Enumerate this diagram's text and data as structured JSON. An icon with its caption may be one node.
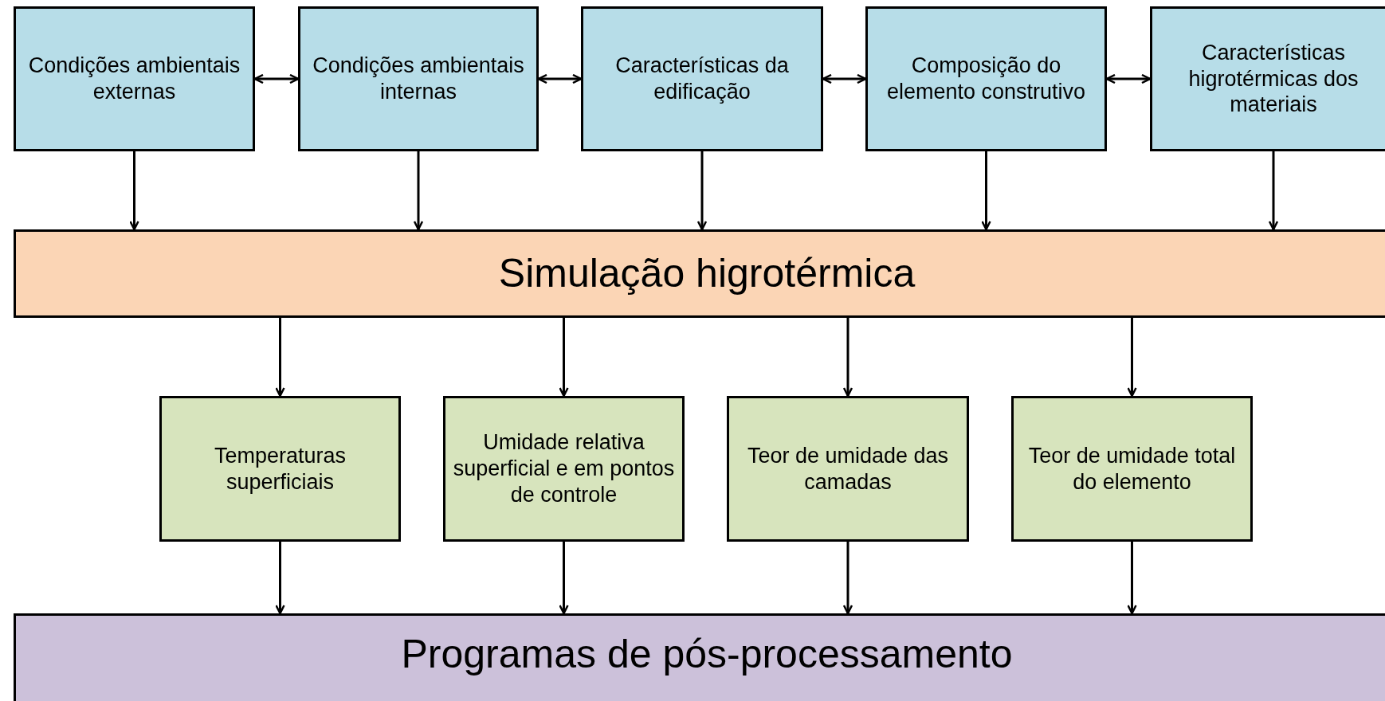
{
  "diagram": {
    "nodes": [
      {
        "text": [
          "Condições ambientais externas"
        ]
      },
      {
        "text": [
          "Condições ambientais internas"
        ]
      },
      {
        "text": [
          "Características da edificação"
        ]
      },
      {
        "text": [
          "Composição do elemento construtivo"
        ]
      },
      {
        "text": [
          "Características higrotérmicas dos materiais"
        ]
      },
      {
        "text": [
          "Simulação higrotérmica"
        ]
      },
      {
        "text": [
          "Temperaturas superficiais"
        ]
      },
      {
        "text": [
          "Umidade relativa superficial e em pontos de controle"
        ]
      },
      {
        "text": [
          "Teor de umidade das camadas"
        ]
      },
      {
        "text": [
          "Teor de umidade total do elemento"
        ]
      },
      {
        "text": [
          "Programas de pós-processamento"
        ]
      }
    ],
    "edges": [
      {
        "from": 0,
        "to": 1,
        "arrow": "both"
      },
      {
        "from": 1,
        "to": 2,
        "arrow": "both"
      },
      {
        "from": 2,
        "to": 3,
        "arrow": "both"
      },
      {
        "from": 3,
        "to": 4,
        "arrow": "both"
      },
      {
        "from": 0,
        "to": 5,
        "arrow": "to"
      },
      {
        "from": 1,
        "to": 5,
        "arrow": "to"
      },
      {
        "from": 2,
        "to": 5,
        "arrow": "to"
      },
      {
        "from": 3,
        "to": 5,
        "arrow": "to"
      },
      {
        "from": 4,
        "to": 5,
        "arrow": "to"
      },
      {
        "from": 5,
        "to": 6,
        "arrow": "to"
      },
      {
        "from": 5,
        "to": 7,
        "arrow": "to"
      },
      {
        "from": 5,
        "to": 8,
        "arrow": "to"
      },
      {
        "from": 5,
        "to": 9,
        "arrow": "to"
      },
      {
        "from": 6,
        "to": 10,
        "arrow": "to"
      },
      {
        "from": 7,
        "to": 10,
        "arrow": "to"
      },
      {
        "from": 8,
        "to": 10,
        "arrow": "to"
      },
      {
        "from": 9,
        "to": 10,
        "arrow": "to"
      }
    ]
  }
}
